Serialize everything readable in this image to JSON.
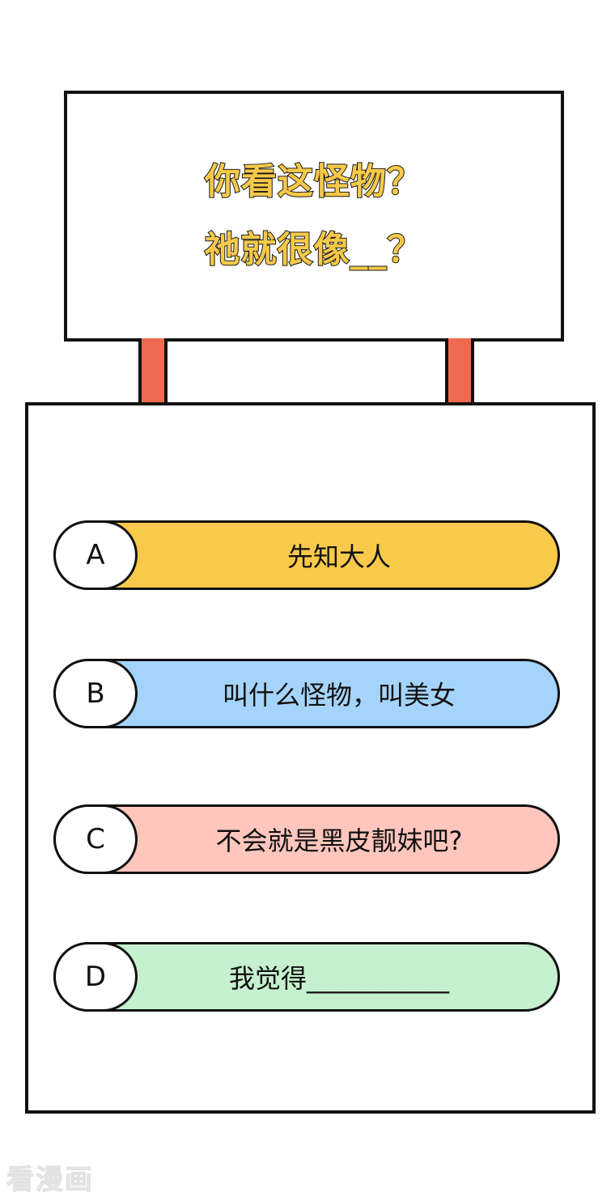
{
  "sign": {
    "line1": "你看这怪物？",
    "line2": "祂就很像__？"
  },
  "options": [
    {
      "letter": "A",
      "text": "先知大人",
      "color": "#f8c94a"
    },
    {
      "letter": "B",
      "text": "叫什么怪物，叫美女",
      "color": "#a4d4fb"
    },
    {
      "letter": "C",
      "text": "不会就是黑皮靓妹吧?",
      "color": "#ffc6bd"
    },
    {
      "letter": "D",
      "text": "我觉得___________",
      "color": "#c5f1ce"
    }
  ],
  "watermark": "看漫画"
}
